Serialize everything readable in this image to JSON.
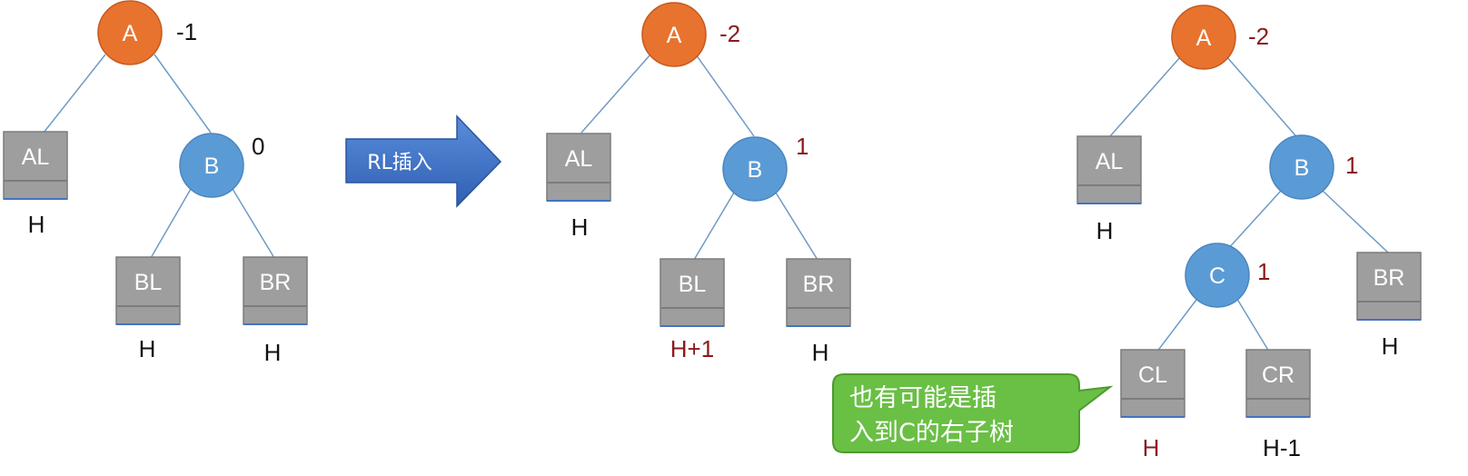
{
  "colors": {
    "node_orange": "#E8732E",
    "node_blue": "#5B9BD5",
    "box_gray": "#9E9E9E",
    "edge": "#6E9BC5",
    "label_red": "#8B1A1A",
    "label_black": "#111111",
    "arrow_blue": "#3F72C6",
    "callout_green": "#6ABF45"
  },
  "arrow": {
    "label": "RL插入"
  },
  "callout": {
    "line1": "也有可能是插",
    "line2": "入到C的右子树"
  },
  "tree1": {
    "A": {
      "label": "A",
      "bf": "-1"
    },
    "B": {
      "label": "B",
      "bf": "0"
    },
    "AL": {
      "label": "AL",
      "height": "H"
    },
    "BL": {
      "label": "BL",
      "height": "H"
    },
    "BR": {
      "label": "BR",
      "height": "H"
    }
  },
  "tree2": {
    "A": {
      "label": "A",
      "bf": "-2"
    },
    "B": {
      "label": "B",
      "bf": "1"
    },
    "AL": {
      "label": "AL",
      "height": "H"
    },
    "BL": {
      "label": "BL",
      "height": "H+1"
    },
    "BR": {
      "label": "BR",
      "height": "H"
    }
  },
  "tree3": {
    "A": {
      "label": "A",
      "bf": "-2"
    },
    "B": {
      "label": "B",
      "bf": "1"
    },
    "C": {
      "label": "C",
      "bf": "1"
    },
    "AL": {
      "label": "AL",
      "height": "H"
    },
    "BR": {
      "label": "BR",
      "height": "H"
    },
    "CL": {
      "label": "CL",
      "height": "H"
    },
    "CR": {
      "label": "CR",
      "height": "H-1"
    }
  }
}
